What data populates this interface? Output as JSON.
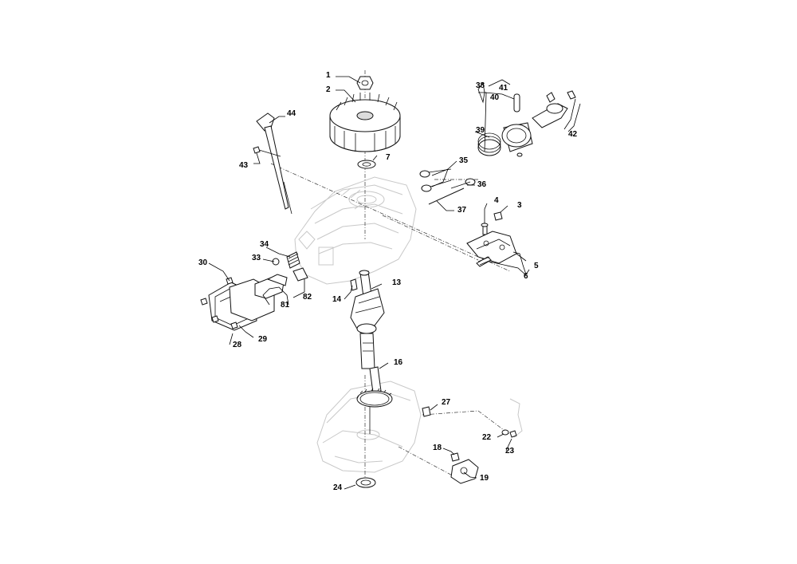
{
  "diagram": {
    "part_labels": [
      {
        "id": "p1",
        "text": "1"
      },
      {
        "id": "p2",
        "text": "2"
      },
      {
        "id": "p3",
        "text": "3"
      },
      {
        "id": "p4",
        "text": "4"
      },
      {
        "id": "p5",
        "text": "5"
      },
      {
        "id": "p6",
        "text": "6"
      },
      {
        "id": "p7",
        "text": "7"
      },
      {
        "id": "p13",
        "text": "13"
      },
      {
        "id": "p14",
        "text": "14"
      },
      {
        "id": "p16",
        "text": "16"
      },
      {
        "id": "p18",
        "text": "18"
      },
      {
        "id": "p19",
        "text": "19"
      },
      {
        "id": "p22",
        "text": "22"
      },
      {
        "id": "p23",
        "text": "23"
      },
      {
        "id": "p24",
        "text": "24"
      },
      {
        "id": "p27",
        "text": "27"
      },
      {
        "id": "p28",
        "text": "28"
      },
      {
        "id": "p29",
        "text": "29"
      },
      {
        "id": "p30",
        "text": "30"
      },
      {
        "id": "p33",
        "text": "33"
      },
      {
        "id": "p34",
        "text": "34"
      },
      {
        "id": "p35",
        "text": "35"
      },
      {
        "id": "p36",
        "text": "36"
      },
      {
        "id": "p37",
        "text": "37"
      },
      {
        "id": "p38",
        "text": "38"
      },
      {
        "id": "p39",
        "text": "39"
      },
      {
        "id": "p40",
        "text": "40"
      },
      {
        "id": "p41",
        "text": "41"
      },
      {
        "id": "p42",
        "text": "42"
      },
      {
        "id": "p43",
        "text": "43"
      },
      {
        "id": "p44",
        "text": "44"
      },
      {
        "id": "p81",
        "text": "81"
      },
      {
        "id": "p82",
        "text": "82"
      }
    ]
  }
}
